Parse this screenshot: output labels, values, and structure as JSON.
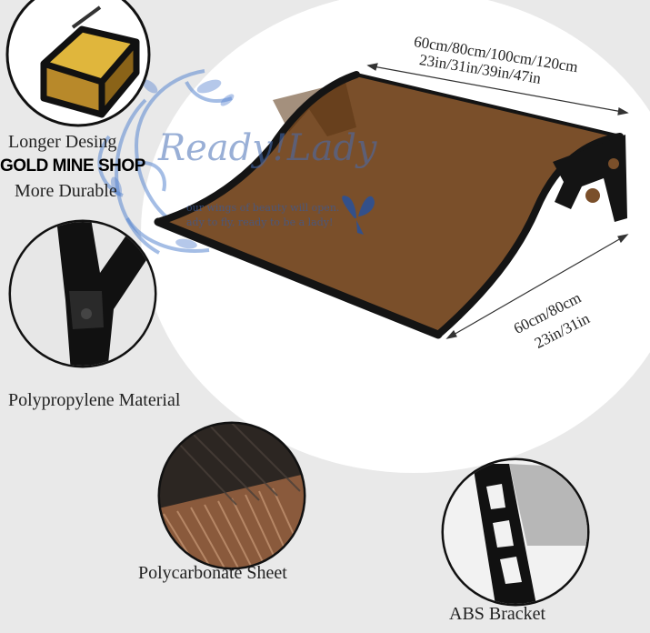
{
  "labels": {
    "longer_line1": "Longer Desing",
    "longer_line2": "More Durable",
    "polypropylene": "Polypropylene Material",
    "polycarbonate": "Polycarbonate Sheet",
    "abs": "ABS Bracket"
  },
  "overlay": {
    "shop": "GOLD MINE SHOP",
    "watermark_title": "Ready!Lady",
    "watermark_line1": "our wings of beauty will open.",
    "watermark_line2": "ady to fly, ready to be a lady!"
  },
  "dimensions": {
    "width_cm": "60cm/80cm/100cm/120cm",
    "width_in": "23in/31in/39in/47in",
    "depth_cm": "60cm/80cm",
    "depth_in": "23in/31in"
  },
  "colors": {
    "sheet": "#7a4f2a",
    "frame": "#141414",
    "watermark": "#4a78c8",
    "gold": "#e0b63c"
  }
}
